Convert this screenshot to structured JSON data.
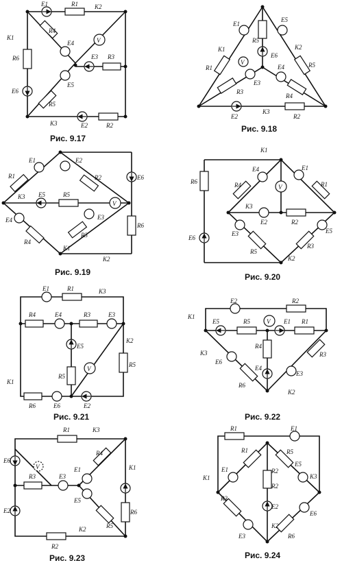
{
  "figures": [
    {
      "id": "fig-9-17",
      "caption": "Рис. 9.17",
      "labels": [
        "E1",
        "R1",
        "K2",
        "K1",
        "R4",
        "E4",
        "V",
        "E3",
        "R3",
        "R6",
        "E6",
        "R5",
        "E5",
        "K3",
        "E2",
        "R2"
      ]
    },
    {
      "id": "fig-9-18",
      "caption": "Рис. 9.18",
      "labels": [
        "E1",
        "E5",
        "R5",
        "K1",
        "K2",
        "V",
        "E6",
        "R1",
        "E4",
        "R5",
        "R3",
        "E3",
        "R4",
        "E2",
        "K3",
        "R2"
      ]
    },
    {
      "id": "fig-9-19",
      "caption": "Рис. 9.19",
      "labels": [
        "E1",
        "E2",
        "R1",
        "R2",
        "E6",
        "E5",
        "R5",
        "K3",
        "V",
        "E4",
        "R4",
        "R3",
        "E3",
        "K1",
        "R6",
        "K2"
      ]
    },
    {
      "id": "fig-9-20",
      "caption": "Рис. 9.20",
      "labels": [
        "K1",
        "E4",
        "E1",
        "R4",
        "V",
        "R1",
        "R6",
        "K3",
        "E2",
        "R2",
        "E6",
        "E3",
        "R5",
        "R3",
        "E5",
        "K2"
      ]
    },
    {
      "id": "fig-9-21",
      "caption": "Рис. 9.21",
      "labels": [
        "E1",
        "R1",
        "K3",
        "R4",
        "E4",
        "R3",
        "E3",
        "E5",
        "K2",
        "R5",
        "R5",
        "V",
        "K1",
        "R6",
        "E6",
        "E2"
      ]
    },
    {
      "id": "fig-9-22",
      "caption": "Рис. 9.22",
      "labels": [
        "E2",
        "R2",
        "K1",
        "E5",
        "R5",
        "V",
        "E1",
        "R1",
        "R4",
        "R3",
        "K3",
        "E6",
        "E4",
        "E3",
        "R6",
        "K2"
      ]
    },
    {
      "id": "fig-9-23",
      "caption": "Рис. 9.23",
      "labels": [
        "R1",
        "K3",
        "E6",
        "V",
        "R4",
        "E1",
        "R3",
        "E3",
        "K1",
        "E5",
        "E2",
        "R6",
        "R5",
        "K2",
        "R2"
      ]
    },
    {
      "id": "fig-9-24",
      "caption": "Рис. 9.24",
      "labels": [
        "R1",
        "E1",
        "R1",
        "R5",
        "E5",
        "R2",
        "K1",
        "E1",
        "R2",
        "K3",
        "R3",
        "E2",
        "E3",
        "K2",
        "R6",
        "E6"
      ]
    }
  ]
}
